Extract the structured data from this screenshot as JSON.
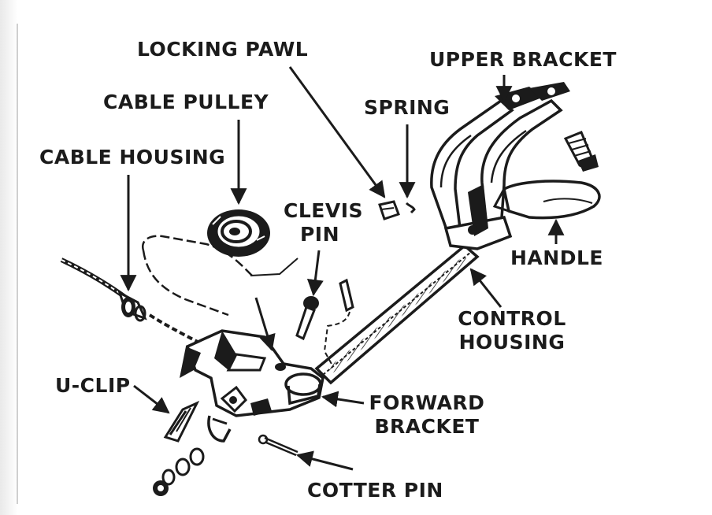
{
  "labels": {
    "locking_pawl": "LOCKING PAWL",
    "upper_bracket": "UPPER BRACKET",
    "cable_pulley": "CABLE PULLEY",
    "spring": "SPRING",
    "cable_housing": "CABLE HOUSING",
    "clevis_pin_line1": "CLEVIS",
    "clevis_pin_line2": "PIN",
    "handle": "HANDLE",
    "control_housing_line1": "CONTROL",
    "control_housing_line2": "HOUSING",
    "u_clip": "U-CLIP",
    "forward_bracket_line1": "FORWARD",
    "forward_bracket_line2": "BRACKET",
    "cotter_pin": "COTTER PIN"
  },
  "colors": {
    "ink": "#1b1b1b",
    "background": "#ffffff"
  }
}
